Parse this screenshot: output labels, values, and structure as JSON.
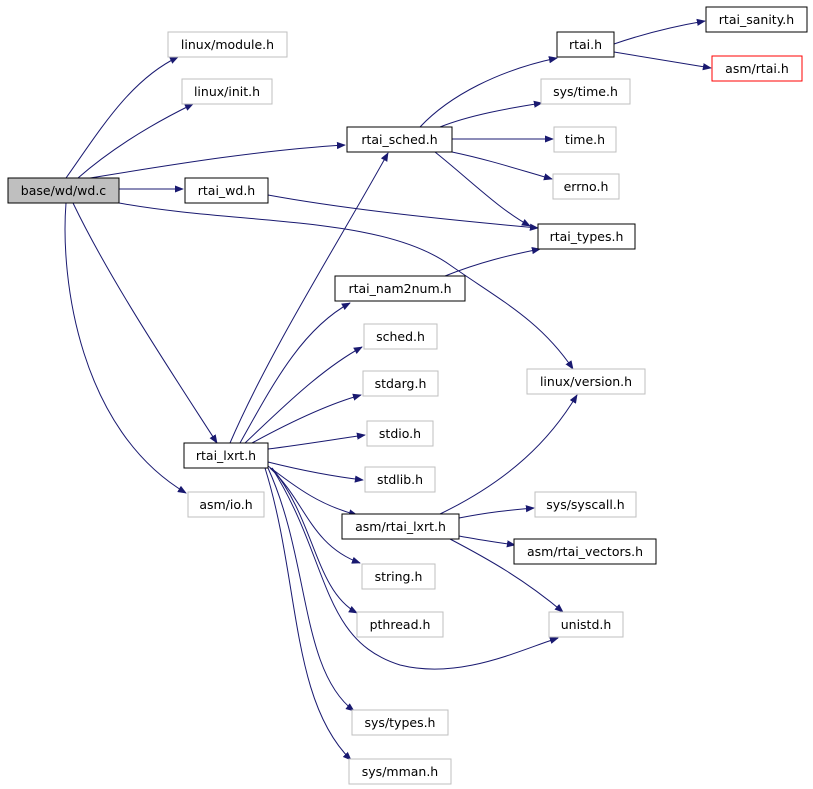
{
  "colors": {
    "background": "#ffffff",
    "edge": "#191970",
    "box_solid": "#000000",
    "box_gray": "#bfbfbf",
    "box_red": "#ff0000",
    "root_fill": "#bfbfbf"
  },
  "nodes": {
    "wd_c": "base/wd/wd.c",
    "linux_module": "linux/module.h",
    "linux_init": "linux/init.h",
    "rtai_sched": "rtai_sched.h",
    "rtai_wd": "rtai_wd.h",
    "rtai_h": "rtai.h",
    "rtai_sanity": "rtai_sanity.h",
    "asm_rtai": "asm/rtai.h",
    "sys_time": "sys/time.h",
    "time_h": "time.h",
    "errno_h": "errno.h",
    "rtai_types": "rtai_types.h",
    "rtai_nam2num": "rtai_nam2num.h",
    "sched_h": "sched.h",
    "linux_version": "linux/version.h",
    "stdarg_h": "stdarg.h",
    "stdio_h": "stdio.h",
    "rtai_lxrt": "rtai_lxrt.h",
    "stdlib_h": "stdlib.h",
    "asm_io": "asm/io.h",
    "sys_syscall": "sys/syscall.h",
    "asm_rtai_lxrt": "asm/rtai_lxrt.h",
    "asm_rtai_vectors": "asm/rtai_vectors.h",
    "string_h": "string.h",
    "pthread_h": "pthread.h",
    "unistd_h": "unistd.h",
    "sys_types": "sys/types.h",
    "sys_mman": "sys/mman.h"
  }
}
